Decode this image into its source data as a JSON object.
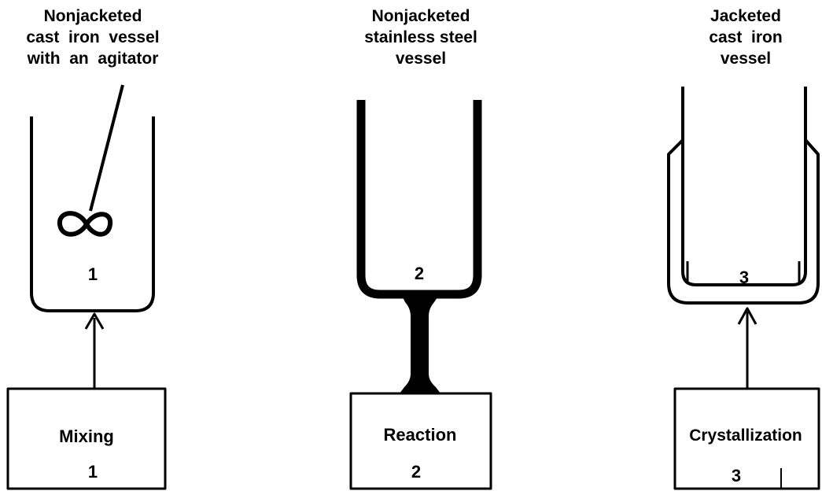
{
  "vessels": [
    {
      "label_lines": [
        "Nonjacketed",
        "cast  iron  vessel",
        "with  an  agitator"
      ],
      "number": "1",
      "box_label": "Mixing",
      "box_number": "1"
    },
    {
      "label_lines": [
        "Nonjacketed",
        "stainless steel",
        "vessel"
      ],
      "number": "2",
      "box_label": "Reaction",
      "box_number": "2"
    },
    {
      "label_lines": [
        "Jacketed",
        "cast  iron",
        "vessel"
      ],
      "number": "3",
      "box_label": "Crystallization",
      "box_number": "3"
    }
  ],
  "icons": {
    "agitator": "infinity-shaped agitator impeller"
  }
}
